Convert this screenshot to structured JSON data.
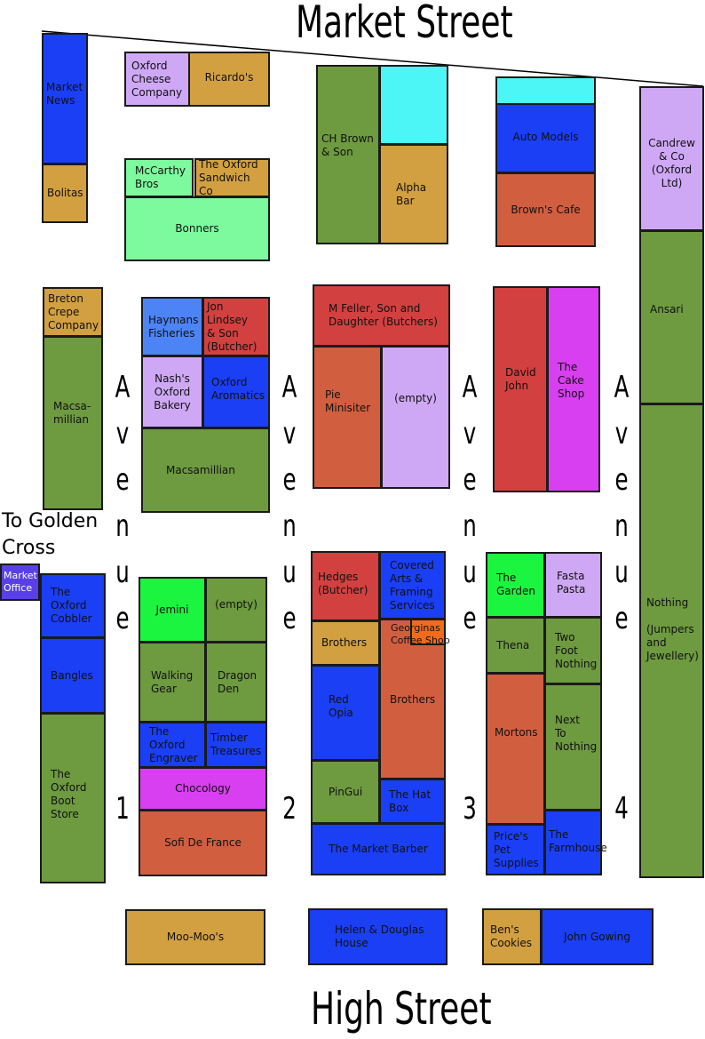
{
  "streets": {
    "top": "Market Street",
    "bottom": "High Street",
    "west_exit": "To Golden\nCross"
  },
  "avenues": [
    {
      "label": "Avenue",
      "number": "1"
    },
    {
      "label": "Avenue",
      "number": "2"
    },
    {
      "label": "Avenue",
      "number": "3"
    },
    {
      "label": "Avenue",
      "number": "4"
    }
  ],
  "colors": {
    "blue": "#1a3ff5",
    "tan": "#d2a040",
    "green": "#6e9a40",
    "lilac": "#cfa8f5",
    "cyan": "#4cf6f6",
    "terracotta": "#d25e40",
    "mint": "#7dfa9e",
    "red": "#d24040",
    "skyblue": "#4c84f5",
    "magenta": "#d83ff0",
    "brightgreen": "#1bf53f",
    "orange": "#f26b1a",
    "purple": "#5940e6"
  },
  "shops": [
    {
      "name": "Market\nNews",
      "color": "#1a3ff5"
    },
    {
      "name": "Bolitas",
      "color": "#d2a040"
    },
    {
      "name": "Oxford\nCheese\nCompany",
      "color": "#cfa8f5"
    },
    {
      "name": "Ricardo's",
      "color": "#d2a040"
    },
    {
      "name": "McCarthy\nBros",
      "color": "#7dfa9e"
    },
    {
      "name": "The Oxford\nSandwich Co",
      "color": "#d2a040"
    },
    {
      "name": "Bonners",
      "color": "#7dfa9e"
    },
    {
      "name": "CH Brown\n& Son",
      "color": "#6e9a40"
    },
    {
      "name": "",
      "color": "#4cf6f6"
    },
    {
      "name": "Alpha\nBar",
      "color": "#d2a040"
    },
    {
      "name": "",
      "color": "#4cf6f6"
    },
    {
      "name": "Auto Models",
      "color": "#1a3ff5"
    },
    {
      "name": "Brown's Cafe",
      "color": "#d25e40"
    },
    {
      "name": "Candrew\n& Co\n(Oxford\nLtd)",
      "color": "#cfa8f5"
    },
    {
      "name": "Ansari",
      "color": "#6e9a40"
    },
    {
      "name": "Nothing\n\n(Jumpers\nand\nJewellery)",
      "color": "#6e9a40"
    },
    {
      "name": "Breton\nCrepe\nCompany",
      "color": "#d2a040"
    },
    {
      "name": "Macsa-\nmillian",
      "color": "#6e9a40"
    },
    {
      "name": "Haymans\nFisheries",
      "color": "#4c84f5"
    },
    {
      "name": "Jon Lindsey\n& Son\n(Butcher)",
      "color": "#d24040"
    },
    {
      "name": "Nash's\nOxford\nBakery",
      "color": "#cfa8f5"
    },
    {
      "name": "Oxford\nAromatics",
      "color": "#1a3ff5"
    },
    {
      "name": "Macsamillian",
      "color": "#6e9a40"
    },
    {
      "name": "M Feller, Son and\nDaughter (Butchers)",
      "color": "#d24040"
    },
    {
      "name": "Pie\nMinisiter",
      "color": "#d25e40"
    },
    {
      "name": "(empty)",
      "color": "#cfa8f5"
    },
    {
      "name": "David\nJohn",
      "color": "#d24040"
    },
    {
      "name": "The\nCake\nShop",
      "color": "#d83ff0"
    },
    {
      "name": "Market\nOffice",
      "color": "#5940e6"
    },
    {
      "name": "The\nOxford\nCobbler",
      "color": "#1a3ff5"
    },
    {
      "name": "Bangles",
      "color": "#1a3ff5"
    },
    {
      "name": "The\nOxford\nBoot\nStore",
      "color": "#6e9a40"
    },
    {
      "name": "Jemini",
      "color": "#1bf53f"
    },
    {
      "name": "(empty)",
      "color": "#6e9a40"
    },
    {
      "name": "Walking\nGear",
      "color": "#6e9a40"
    },
    {
      "name": "Dragon\nDen",
      "color": "#6e9a40"
    },
    {
      "name": "The\nOxford\nEngraver",
      "color": "#1a3ff5"
    },
    {
      "name": "Timber\nTreasures",
      "color": "#1a3ff5"
    },
    {
      "name": "Chocology",
      "color": "#d83ff0"
    },
    {
      "name": "Sofi De France",
      "color": "#d25e40"
    },
    {
      "name": "Hedges\n(Butcher)",
      "color": "#d24040"
    },
    {
      "name": "Covered\nArts &\nFraming\nServices",
      "color": "#1a3ff5"
    },
    {
      "name": "Brothers",
      "color": "#d2a040"
    },
    {
      "name": "Brothers",
      "color": "#d25e40"
    },
    {
      "name": "Georginas\nCoffee Shop",
      "color": "#f26b1a"
    },
    {
      "name": "Red\nOpia",
      "color": "#1a3ff5"
    },
    {
      "name": "PinGui",
      "color": "#6e9a40"
    },
    {
      "name": "The Hat\nBox",
      "color": "#1a3ff5"
    },
    {
      "name": "The Market Barber",
      "color": "#1a3ff5"
    },
    {
      "name": "The\nGarden",
      "color": "#1bf53f"
    },
    {
      "name": "Fasta\nPasta",
      "color": "#cfa8f5"
    },
    {
      "name": "Thena",
      "color": "#6e9a40"
    },
    {
      "name": "Two\nFoot\nNothing",
      "color": "#6e9a40"
    },
    {
      "name": "Mortons",
      "color": "#d25e40"
    },
    {
      "name": "Next\nTo\nNothing",
      "color": "#6e9a40"
    },
    {
      "name": "Price's\nPet\nSupplies",
      "color": "#1a3ff5"
    },
    {
      "name": "The\nFarmhouse",
      "color": "#1a3ff5"
    },
    {
      "name": "Moo-Moo's",
      "color": "#d2a040"
    },
    {
      "name": "Helen & Douglas\nHouse",
      "color": "#1a3ff5"
    },
    {
      "name": "Ben's\nCookies",
      "color": "#d2a040"
    },
    {
      "name": "John Gowing",
      "color": "#1a3ff5"
    }
  ]
}
